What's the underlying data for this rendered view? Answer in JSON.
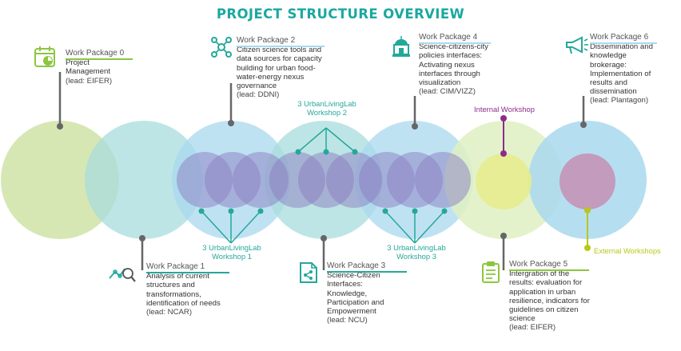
{
  "title": "PROJECT STRUCTURE OVERVIEW",
  "colors": {
    "title": "#1aa8a0",
    "teal": "#24a89b",
    "purple": "#8d2b8a",
    "lime": "#b8c81a",
    "green": "#8cc63f",
    "gray_text": "#555555",
    "circle_green": "#cfe3a6",
    "circle_teal": "#a8dcdc",
    "circle_blue": "#a9d8ef",
    "circle_lightgreen": "#dff0c2",
    "inner_purple": "#8c7dc2",
    "inner_yellow": "#e6ec8e",
    "inner_mauve": "#c68fb4"
  },
  "work_packages": {
    "wp0": {
      "head": "Work Package 0",
      "body": "Project Management",
      "lead": "(lead: EIFER)",
      "icon": "calendar-icon"
    },
    "wp1": {
      "head": "Work Package 1",
      "body": "Analysis of current structures and transformations, identification of needs",
      "lead": "(lead: NCAR)",
      "icon": "analytics-icon"
    },
    "wp2": {
      "head": "Work Package 2",
      "body": "Citizen science tools and data sources for capacity building for urban food-water-energy nexus governance",
      "lead": "(lead: DDNI)",
      "icon": "network-icon"
    },
    "wp3": {
      "head": "Work Package 3",
      "body": "Science-Citizen Interfaces: Knowledge, Participation and Empowerment",
      "lead": "(lead: NCU)",
      "icon": "document-share-icon"
    },
    "wp4": {
      "head": "Work Package 4",
      "body": "Science-citizens-city policies interfaces: Activating nexus interfaces through visualization",
      "lead": "(lead: CIM/VIZZ)",
      "icon": "building-icon"
    },
    "wp5": {
      "head": "Work Package 5",
      "body": "Intergration of the results: evaluation for application in urban resilience, indicators for guidelines on citizen science",
      "lead": "(lead: EIFER)",
      "icon": "clipboard-icon"
    },
    "wp6": {
      "head": "Work Package 6",
      "body": "Dissemination and knowledge brokerage: Implementation of results and dissemination",
      "lead": "(lead: Plantagon)",
      "icon": "megaphone-icon"
    }
  },
  "workshops": {
    "ull1": {
      "line1": "3 UrbanLivingLab",
      "line2": "Workshop 1"
    },
    "ull2": {
      "line1": "3 UrbanLivingLab",
      "line2": "Workshop 2"
    },
    "ull3": {
      "line1": "3 UrbanLivingLab",
      "line2": "Workshop 3"
    },
    "internal": "Internal Workshop",
    "external": "External Workshops"
  }
}
